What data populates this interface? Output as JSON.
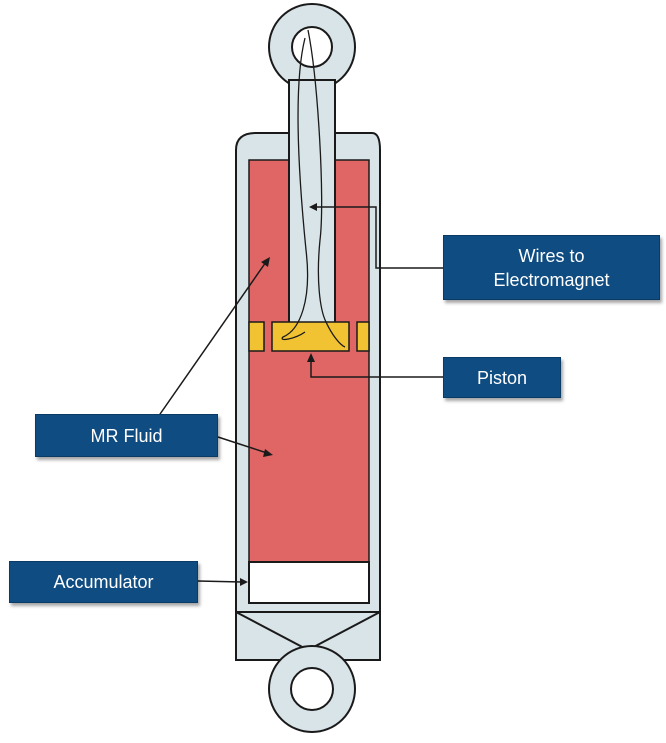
{
  "labels": {
    "wires": [
      "Wires to",
      "Electromagnet"
    ],
    "piston": "Piston",
    "mr_fluid": "MR Fluid",
    "accumulator": "Accumulator"
  },
  "colors": {
    "housing": "#d9e4e8",
    "outline": "#1a1a1a",
    "fluid": "#e06666",
    "piston": "#f1c232",
    "label_bg": "#0f4c81",
    "label_text": "#ffffff"
  }
}
